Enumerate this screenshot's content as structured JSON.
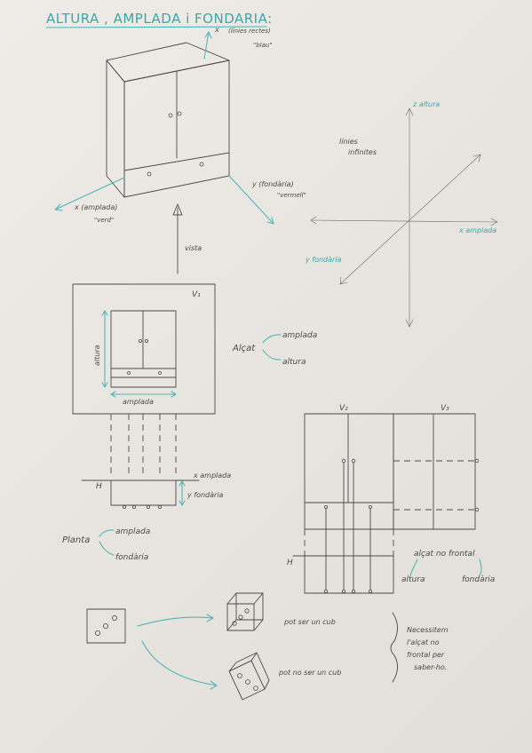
{
  "title": "ALTURA , AMPLADA i FONDARIA:",
  "axes_3d": {
    "x_top": "x",
    "x_top_note": "(línies rectes)",
    "x_top_color": "\"blau\"",
    "y_label": "y (fondària)",
    "y_color": "\"vermell\"",
    "x_label": "x (amplada)",
    "x_color": "\"verd\""
  },
  "vista_label": "vista",
  "axes_infinite": {
    "note_line1": "línies",
    "note_line2": "infinites",
    "z": "z altura",
    "x": "x amplada",
    "y": "y fondària"
  },
  "v1_label": "V₁",
  "altura_label": "altura",
  "amplada_label": "amplada",
  "alcat": {
    "label": "Alçat",
    "amplada": "amplada",
    "altura": "altura"
  },
  "plan_h": {
    "h": "H",
    "x_amplada": "x amplada",
    "y_fondaria": "y fondària"
  },
  "planta": {
    "label": "Planta",
    "amplada": "amplada",
    "fondaria": "fondària"
  },
  "right_views": {
    "v2": "V₂",
    "v3": "V₃",
    "h": "H",
    "note": "alçat no frontal",
    "altura": "altura",
    "fondaria": "fondària"
  },
  "cube": {
    "can_be": "pot ser un cub",
    "cannot_be": "pot no ser un cub",
    "note_line1": "Necessitem",
    "note_line2": "l'alçat no",
    "note_line3": "frontal per",
    "note_line4": "saber-ho."
  }
}
